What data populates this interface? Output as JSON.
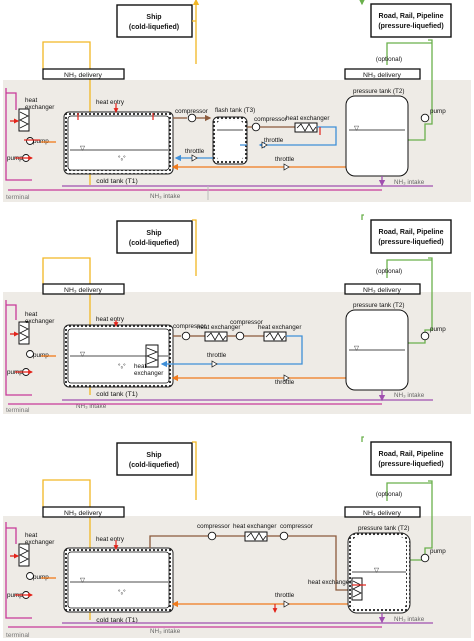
{
  "labels": {
    "ship_line1": "Ship",
    "ship_line2": "(cold-liquefied)",
    "road_line1": "Road, Rail, Pipeline",
    "road_line2": "(pressure-liquefied)",
    "nh3_delivery": "NH₃ delivery",
    "nh3_intake": "NH₃ intake",
    "optional": "(optional)",
    "terminal": "terminal",
    "heat_exchanger": "heat exchanger",
    "heat": "heat",
    "exchanger": "exchanger",
    "heat_entry": "heat entry",
    "compressor": "compressor",
    "throttle": "throttle",
    "pump": "pump",
    "flash_tank": "flash tank (T3)",
    "cold_tank": "cold tank (T1)",
    "pressure_tank": "pressure tank (T2)"
  },
  "colors": {
    "band": "#eeebe6",
    "yellow": "#f2b724",
    "orange": "#f07a1c",
    "green": "#6ab04c",
    "purple": "#a04fb0",
    "magenta": "#c83a9a",
    "blue": "#3f8fd8",
    "brown": "#8b5a3c",
    "red": "#e2231a",
    "black": "#111111"
  }
}
